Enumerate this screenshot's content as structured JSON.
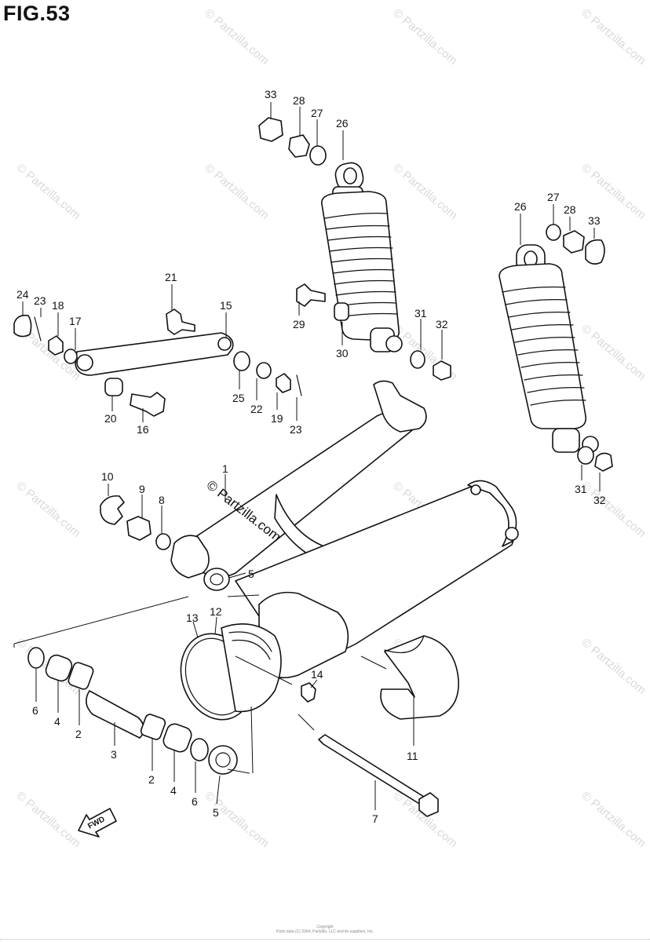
{
  "figure": {
    "title": "FIG.53",
    "center_watermark": "© Partzilla.com",
    "watermark": "© Partzilla.com",
    "footer_line1": "Copyright",
    "footer_line2": "Parts data (C) 2004, Partzilla, LLC and its suppliers, Inc."
  },
  "fwd_arrow": {
    "label": "FWD"
  },
  "callouts": [
    {
      "num": "33"
    },
    {
      "num": "28"
    },
    {
      "num": "27"
    },
    {
      "num": "26"
    },
    {
      "num": "26"
    },
    {
      "num": "27"
    },
    {
      "num": "28"
    },
    {
      "num": "33"
    },
    {
      "num": "21"
    },
    {
      "num": "24"
    },
    {
      "num": "23"
    },
    {
      "num": "18"
    },
    {
      "num": "17"
    },
    {
      "num": "15"
    },
    {
      "num": "29"
    },
    {
      "num": "30"
    },
    {
      "num": "31"
    },
    {
      "num": "32"
    },
    {
      "num": "25"
    },
    {
      "num": "22"
    },
    {
      "num": "19"
    },
    {
      "num": "23"
    },
    {
      "num": "20"
    },
    {
      "num": "16"
    },
    {
      "num": "1"
    },
    {
      "num": "10"
    },
    {
      "num": "9"
    },
    {
      "num": "8"
    },
    {
      "num": "5"
    },
    {
      "num": "31"
    },
    {
      "num": "32"
    },
    {
      "num": "13"
    },
    {
      "num": "12"
    },
    {
      "num": "14"
    },
    {
      "num": "6"
    },
    {
      "num": "4"
    },
    {
      "num": "2"
    },
    {
      "num": "3"
    },
    {
      "num": "2"
    },
    {
      "num": "4"
    },
    {
      "num": "6"
    },
    {
      "num": "5"
    },
    {
      "num": "11"
    },
    {
      "num": "7"
    }
  ]
}
